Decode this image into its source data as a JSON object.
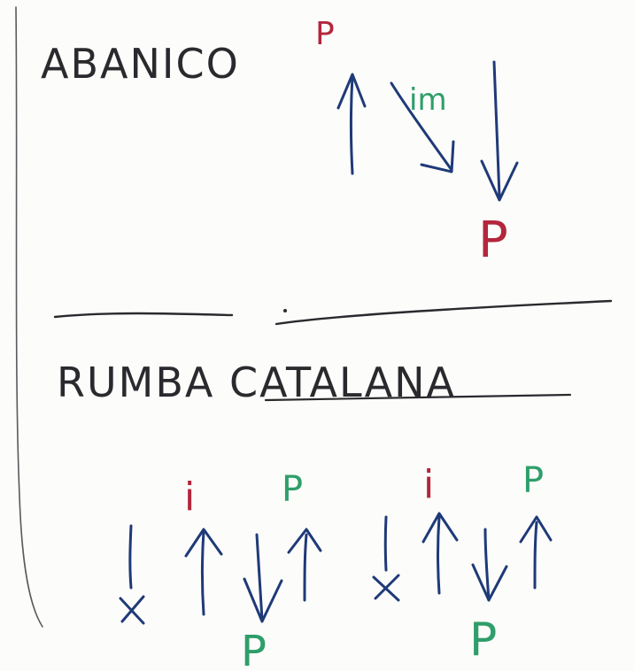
{
  "colors": {
    "ink_black": "#2a2a2e",
    "ink_blue": "#1f3a78",
    "ink_red": "#b3263c",
    "ink_green": "#2e9e6a",
    "paper": "#fcfcfa"
  },
  "sections": [
    {
      "title": "ABANICO",
      "labels": {
        "p_top": "P",
        "im": "im",
        "p_bottom": "P"
      },
      "icons": [
        "arrow-up-icon",
        "arrow-diagonal-down-icon",
        "arrow-down-icon"
      ]
    },
    {
      "title": "RUMBA CATALANA",
      "labels": {
        "i_1": "i",
        "p_top_1": "P",
        "p_bottom_1": "P",
        "i_2": "i",
        "p_top_2": "P",
        "p_bottom_2": "P"
      },
      "icons": [
        "x-mark-icon",
        "arrow-up-icon",
        "arrow-down-icon"
      ]
    }
  ]
}
